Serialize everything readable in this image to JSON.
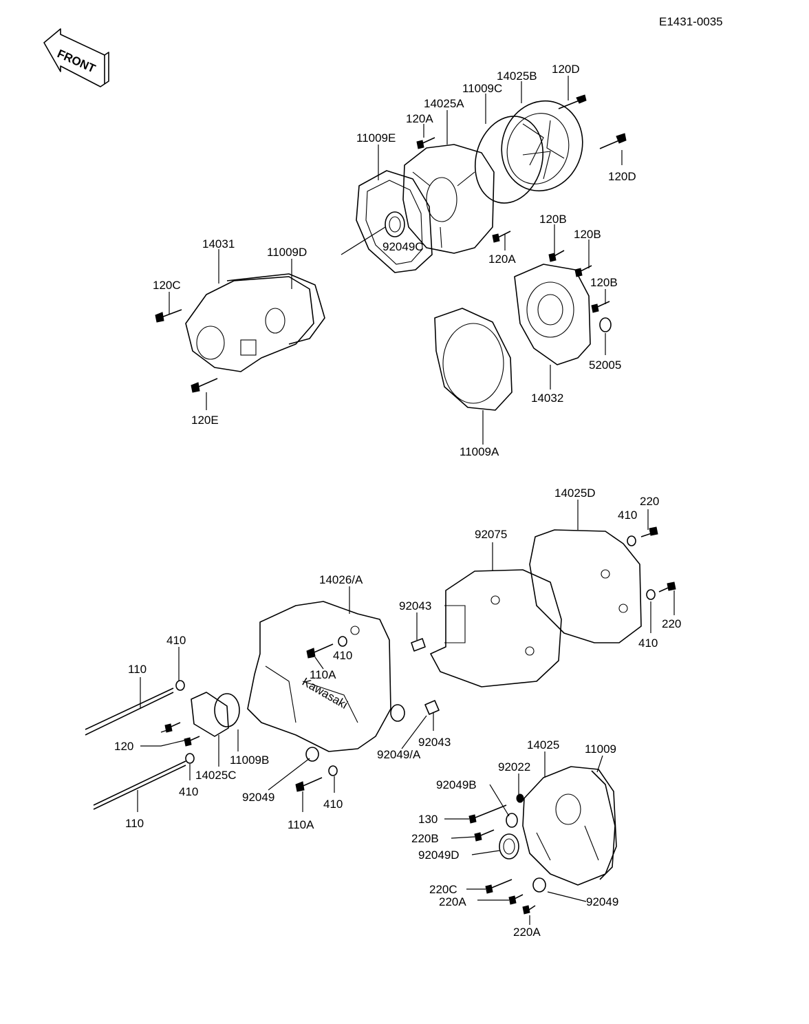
{
  "diagram_code": "E1431-0035",
  "front_arrow": {
    "text": "FRONT",
    "icon": "front-direction-arrow-icon"
  },
  "labels": {
    "p14025B": "14025B",
    "p120D_top": "120D",
    "p11009C": "11009C",
    "p14025A": "14025A",
    "p120A_top": "120A",
    "p11009E": "11009E",
    "p120D_right": "120D",
    "p120B_1": "120B",
    "p120B_2": "120B",
    "p120B_3": "120B",
    "p92049C": "92049C",
    "p120A_mid": "120A",
    "p14031": "14031",
    "p11009D": "11009D",
    "p120C": "120C",
    "p52005": "52005",
    "p14032": "14032",
    "p120E": "120E",
    "p11009A": "11009A",
    "p14025D": "14025D",
    "p220_top": "220",
    "p410_top": "410",
    "p92075": "92075",
    "p14026A": "14026/A",
    "p92043_top": "92043",
    "p220_right": "220",
    "p410_right": "410",
    "p410_left": "410",
    "p410_mid": "410",
    "p110_top": "110",
    "p110A_top": "110A",
    "p120": "120",
    "p11009B": "11009B",
    "p14025C": "14025C",
    "p92049A": "92049/A",
    "p92043_bottom": "92043",
    "p410_low": "410",
    "p110_bottom": "110",
    "p92049_left": "92049",
    "p110A_bottom": "110A",
    "p410_bottom": "410",
    "p14025": "14025",
    "p11009": "11009",
    "p92022": "92022",
    "p92049B": "92049B",
    "p130": "130",
    "p220B": "220B",
    "p92049D": "92049D",
    "p220C": "220C",
    "p220A_1": "220A",
    "p92049_right": "92049",
    "p220A_2": "220A"
  }
}
